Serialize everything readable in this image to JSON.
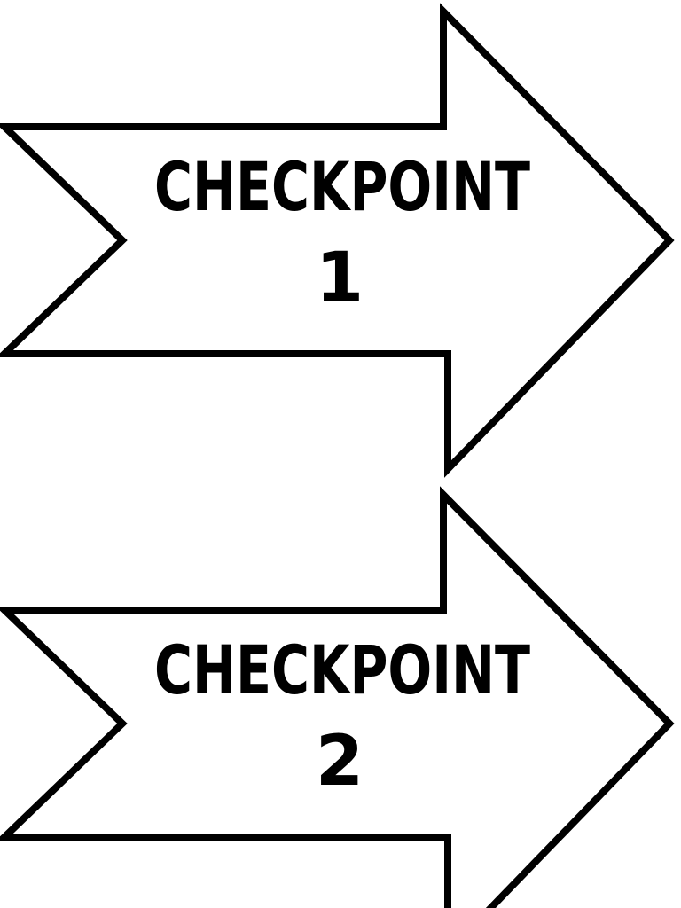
{
  "page": {
    "background": "#ffffff"
  },
  "colors": {
    "outline": "#000000",
    "fill": "#ffffff",
    "text": "#000000",
    "background": "#ffffff"
  },
  "arrows": [
    {
      "label": "CHECKPOINT",
      "number": "1",
      "direction": "right"
    },
    {
      "label": "CHECKPOINT",
      "number": "2",
      "direction": "right"
    }
  ]
}
